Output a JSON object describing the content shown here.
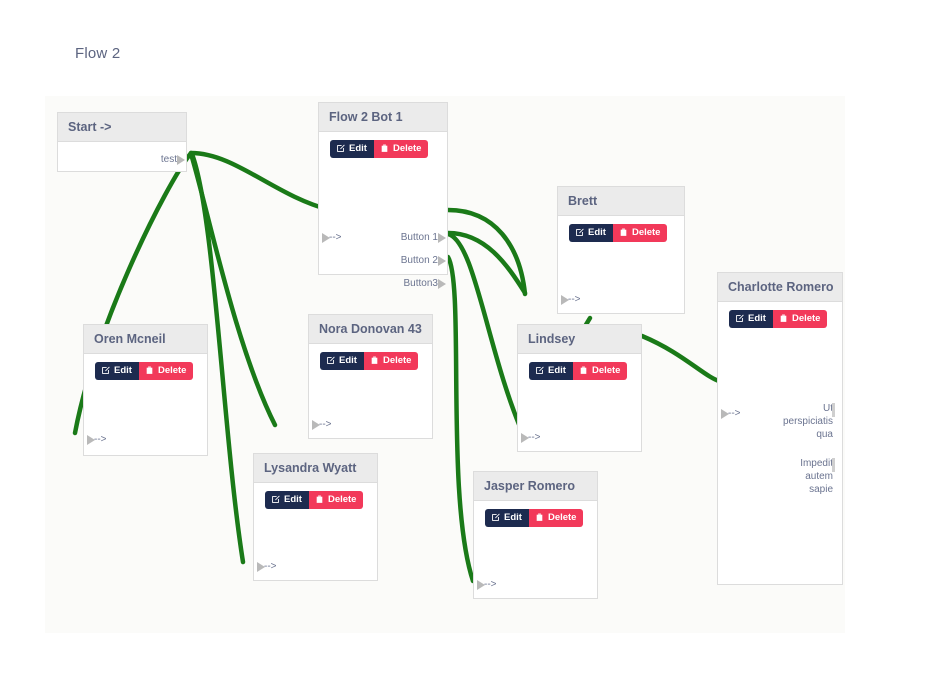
{
  "header": {
    "flow_title": "Flow 2"
  },
  "canvas": {
    "background_color": "#fbfbf9",
    "edge_color": "#1a7a18",
    "node_header_color": "#ebebeb",
    "edit_color": "#1d2b4f",
    "delete_color": "#f2395a"
  },
  "buttons": {
    "edit_label": "Edit",
    "delete_label": "Delete",
    "edit_icon": "pencil-square-icon",
    "delete_icon": "trash-icon"
  },
  "nodes": [
    {
      "id": "start",
      "title": "Start ->",
      "has_actions": false,
      "inputs": [],
      "outputs": [
        "test"
      ]
    },
    {
      "id": "flow2bot1",
      "title": "Flow 2 Bot 1",
      "has_actions": true,
      "inputs": [
        "-->"
      ],
      "outputs": [
        "Button 1",
        "Button 2",
        "Button3"
      ]
    },
    {
      "id": "orenmcneil",
      "title": "Oren Mcneil",
      "has_actions": true,
      "inputs": [
        "-->"
      ],
      "outputs": []
    },
    {
      "id": "noradonovan",
      "title": "Nora Donovan 43",
      "has_actions": true,
      "inputs": [
        "-->"
      ],
      "outputs": []
    },
    {
      "id": "lysandrawyatt",
      "title": "Lysandra Wyatt",
      "has_actions": true,
      "inputs": [
        "-->"
      ],
      "outputs": []
    },
    {
      "id": "brett",
      "title": "Brett",
      "has_actions": true,
      "inputs": [
        "-->"
      ],
      "outputs": []
    },
    {
      "id": "lindsey",
      "title": "Lindsey",
      "has_actions": true,
      "inputs": [
        "-->"
      ],
      "outputs": []
    },
    {
      "id": "jasperromero",
      "title": "Jasper Romero",
      "has_actions": true,
      "inputs": [
        "-->"
      ],
      "outputs": []
    },
    {
      "id": "charlotteromero",
      "title": "Charlotte Romero",
      "has_actions": true,
      "inputs": [
        "-->"
      ],
      "outputs": [
        "Ut perspiciatis qua",
        "Impedit autem sapie"
      ]
    }
  ],
  "labels": {
    "start_title": "Start ->",
    "start_out_test": "test",
    "bot_title": "Flow 2 Bot 1",
    "bot_in": "-->",
    "bot_out_1": "Button 1",
    "bot_out_2": "Button 2",
    "bot_out_3": "Button3",
    "oren_title": "Oren Mcneil",
    "oren_in": "-->",
    "nora_title": "Nora Donovan 43",
    "nora_in": "-->",
    "lysandra_title": "Lysandra Wyatt",
    "lysandra_in": "-->",
    "brett_title": "Brett",
    "brett_in": "-->",
    "lindsey_title": "Lindsey",
    "lindsey_in": "-->",
    "jasper_title": "Jasper Romero",
    "jasper_in": "-->",
    "charlotte_title": "Charlotte Romero",
    "charlotte_in": "-->",
    "charlotte_out_1_line1": "Ut",
    "charlotte_out_1_line2": "perspiciatis",
    "charlotte_out_1_line3": "qua",
    "charlotte_out_2_line1": "Impedit",
    "charlotte_out_2_line2": "autem",
    "charlotte_out_2_line3": "sapie"
  },
  "edges": [
    {
      "from": "start.test",
      "to": "flow2bot1.in"
    },
    {
      "from": "start.test",
      "to": "orenmcneil.in"
    },
    {
      "from": "start.test",
      "to": "noradonovan.in"
    },
    {
      "from": "start.test",
      "to": "lysandrawyatt.in"
    },
    {
      "from": "flow2bot1.Button 1",
      "to": "brett.in"
    },
    {
      "from": "flow2bot1.Button 2",
      "to": "brett.in"
    },
    {
      "from": "flow2bot1.Button 2",
      "to": "lindsey.in"
    },
    {
      "from": "flow2bot1.Button3",
      "to": "jasperromero.in"
    },
    {
      "from": "brett.out",
      "to": "lindsey.in"
    },
    {
      "from": "lindsey.out",
      "to": "charlotteromero.in"
    }
  ]
}
